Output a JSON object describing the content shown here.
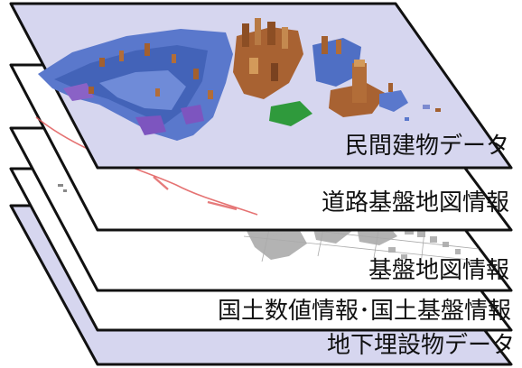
{
  "layers": [
    {
      "label": "民間建物データ",
      "fill": "#d6d6ef"
    },
    {
      "label": "道路基盤地図情報",
      "fill": "#ffffff"
    },
    {
      "label": "基盤地図情報",
      "fill": "#ffffff"
    },
    {
      "label": "国土数値情報･国土基盤情報",
      "fill": "#ffffff"
    },
    {
      "label": "地下埋設物データ",
      "fill": "#d6d6ef"
    }
  ],
  "colors": {
    "outline": "#111111",
    "buildings_blue": "#4f6fc4",
    "buildings_brown": "#a3602f",
    "park_green": "#2f9a3c",
    "road_red": "#e05a5a",
    "map_gray": "#9a9a9a"
  }
}
